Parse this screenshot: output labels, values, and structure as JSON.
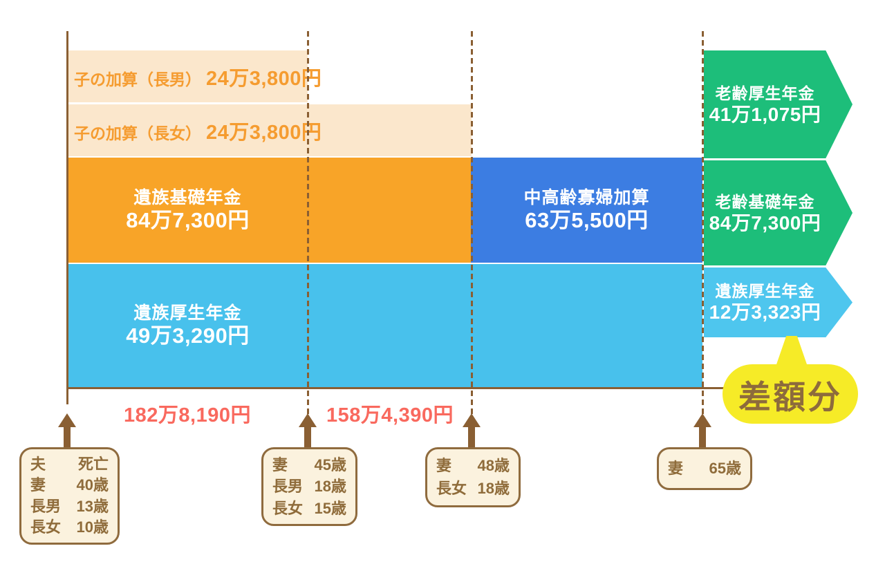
{
  "palette": {
    "orange_band": "#F8A428",
    "cream_band": "#FBE7CC",
    "cream_band_text": "#F59C30",
    "blue_band": "#3C7DE2",
    "light_blue_band": "#48C1EC",
    "green_arrow": "#1DBE7A",
    "yellow_bubble": "#F6EB27",
    "brown_lines": "#8A5F33",
    "event_box_fill": "#FBF2DE",
    "event_box_text": "#8F6C3B",
    "total_text_red": "#F9695E",
    "band_text_white": "#FFFFFF"
  },
  "bands": {
    "child_son": {
      "label": "子の加算（長男）",
      "amount": "24万3,800円"
    },
    "child_daughter": {
      "label": "子の加算（長女）",
      "amount": "24万3,800円"
    },
    "survivor_basic": {
      "label": "遺族基礎年金",
      "amount": "84万7,300円"
    },
    "widow_addition": {
      "label": "中高齢寡婦加算",
      "amount": "63万5,500円"
    },
    "survivor_employee": {
      "label": "遺族厚生年金",
      "amount": "49万3,290円"
    }
  },
  "arrows": {
    "old_age_employee": {
      "label": "老齢厚生年金",
      "amount": "41万1,075円"
    },
    "old_age_basic": {
      "label": "老齢基礎年金",
      "amount": "84万7,300円"
    },
    "survivor_employee_after65": {
      "label": "遺族厚生年金",
      "amount": "12万3,323円"
    }
  },
  "totals": {
    "period1": "182万8,190円",
    "period2": "158万4,390円"
  },
  "bubble": {
    "label": "差額分"
  },
  "events": [
    {
      "rows": [
        {
          "label": "夫",
          "value": "死亡"
        },
        {
          "label": "妻",
          "value": "40歳"
        },
        {
          "label": "長男",
          "value": "13歳"
        },
        {
          "label": "長女",
          "value": "10歳"
        }
      ]
    },
    {
      "rows": [
        {
          "label": "妻",
          "value": "45歳"
        },
        {
          "label": "長男",
          "value": "18歳"
        },
        {
          "label": "長女",
          "value": "15歳"
        }
      ]
    },
    {
      "rows": [
        {
          "label": "妻",
          "value": "48歳"
        },
        {
          "label": "長女",
          "value": "18歳"
        }
      ]
    },
    {
      "rows": [
        {
          "label": "妻",
          "value": "65歳"
        }
      ]
    }
  ]
}
